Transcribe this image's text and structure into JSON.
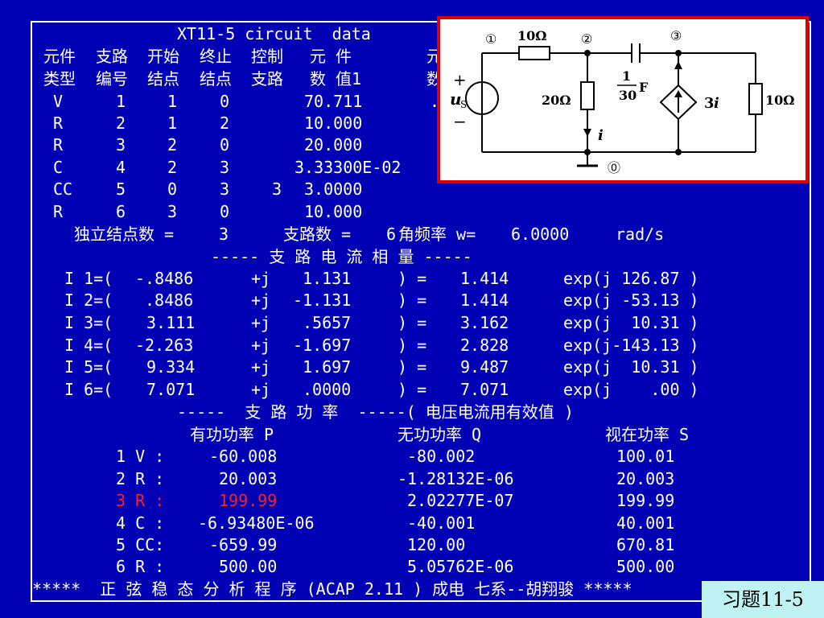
{
  "title": "XT11-5 circuit  data",
  "header": {
    "row1": [
      "元件",
      "支路",
      "开始",
      "终止",
      "控制",
      "元 件",
      "元"
    ],
    "row2": [
      "类型",
      "编号",
      "结点",
      "结点",
      "支路",
      "数 值1",
      "数"
    ]
  },
  "elements": [
    {
      "type": "V",
      "branch": "1",
      "start": "1",
      "end": "0",
      "control": "",
      "value": "70.711",
      "extra": "."
    },
    {
      "type": "R",
      "branch": "2",
      "start": "1",
      "end": "2",
      "control": "",
      "value": "10.000",
      "extra": ""
    },
    {
      "type": "R",
      "branch": "3",
      "start": "2",
      "end": "0",
      "control": "",
      "value": "20.000",
      "extra": ""
    },
    {
      "type": "C",
      "branch": "4",
      "start": "2",
      "end": "3",
      "control": "",
      "value": "3.33300E-02",
      "extra": ""
    },
    {
      "type": "CC",
      "branch": "5",
      "start": "0",
      "end": "3",
      "control": "3",
      "value": "3.0000",
      "extra": ""
    },
    {
      "type": "R",
      "branch": "6",
      "start": "3",
      "end": "0",
      "control": "",
      "value": "10.000",
      "extra": ""
    }
  ],
  "summary": {
    "nodes_label": "独立结点数 =",
    "nodes": "3",
    "branches_label": "支路数 =",
    "branches": "6",
    "freq_label": "角频率 w=",
    "freq": "6.0000",
    "freq_unit": "rad/s"
  },
  "phasor_heading": "----- 支 路 电 流 相 量 -----",
  "phasors": [
    {
      "name": "I 1=(",
      "re": "-.8486",
      "im": "1.131",
      "mag": "1.414",
      "ang": "exp(j 126.87 )"
    },
    {
      "name": "I 2=(",
      "re": ".8486",
      "im": "-1.131",
      "mag": "1.414",
      "ang": "exp(j -53.13 )"
    },
    {
      "name": "I 3=(",
      "re": "3.111",
      "im": ".5657",
      "mag": "3.162",
      "ang": "exp(j  10.31 )"
    },
    {
      "name": "I 4=(",
      "re": "-2.263",
      "im": "-1.697",
      "mag": "2.828",
      "ang": "exp(j-143.13 )"
    },
    {
      "name": "I 5=(",
      "re": "9.334",
      "im": "1.697",
      "mag": "9.487",
      "ang": "exp(j  10.31 )"
    },
    {
      "name": "I 6=(",
      "re": "7.071",
      "im": ".0000",
      "mag": "7.071",
      "ang": "exp(j    .00 )"
    }
  ],
  "power_heading": "-----  支 路 功 率  -----( 电压电流用有效值 )",
  "power_cols": {
    "p": "有功功率 P",
    "q": "无功功率 Q",
    "s": "视在功率 S"
  },
  "powers": [
    {
      "label": "1 V :",
      "p": "-60.008",
      "q": "-80.002",
      "s": "100.01",
      "highlight": false
    },
    {
      "label": "2 R :",
      "p": "20.003",
      "q": "-1.28132E-06",
      "s": "20.003",
      "highlight": false
    },
    {
      "label": "3 R :",
      "p": "199.99",
      "q": "2.02277E-07",
      "s": "199.99",
      "highlight": true
    },
    {
      "label": "4 C :",
      "p": "-6.93480E-06",
      "q": "-40.001",
      "s": "40.001",
      "highlight": false
    },
    {
      "label": "5 CC:",
      "p": "-659.99",
      "q": "120.00",
      "s": "670.81",
      "highlight": false
    },
    {
      "label": "6 R :",
      "p": "500.00",
      "q": "5.05762E-06",
      "s": "500.00",
      "highlight": false
    }
  ],
  "footer": "*****  正 弦 稳 态 分 析 程 序 (ACAP 2.11 ) 成电 七系--胡翔骏 *****",
  "badge": "习题11-5",
  "circuit": {
    "nodes": [
      "①",
      "②",
      "③",
      "⓪"
    ],
    "r1": "10Ω",
    "r2": "20Ω",
    "r3": "10Ω",
    "cap_num": "1",
    "cap_den": "30",
    "cap_unit": "F",
    "source_plus": "+",
    "source_minus": "−",
    "source_label": "u",
    "source_sub": "S",
    "ccs_label": "3",
    "ccs_var": "i",
    "current": "i"
  },
  "colors": {
    "background": "#0000b4",
    "text": "#ffffff",
    "highlight": "#ff2020",
    "panel_border": "#e00000",
    "badge": "#bff2f2"
  }
}
